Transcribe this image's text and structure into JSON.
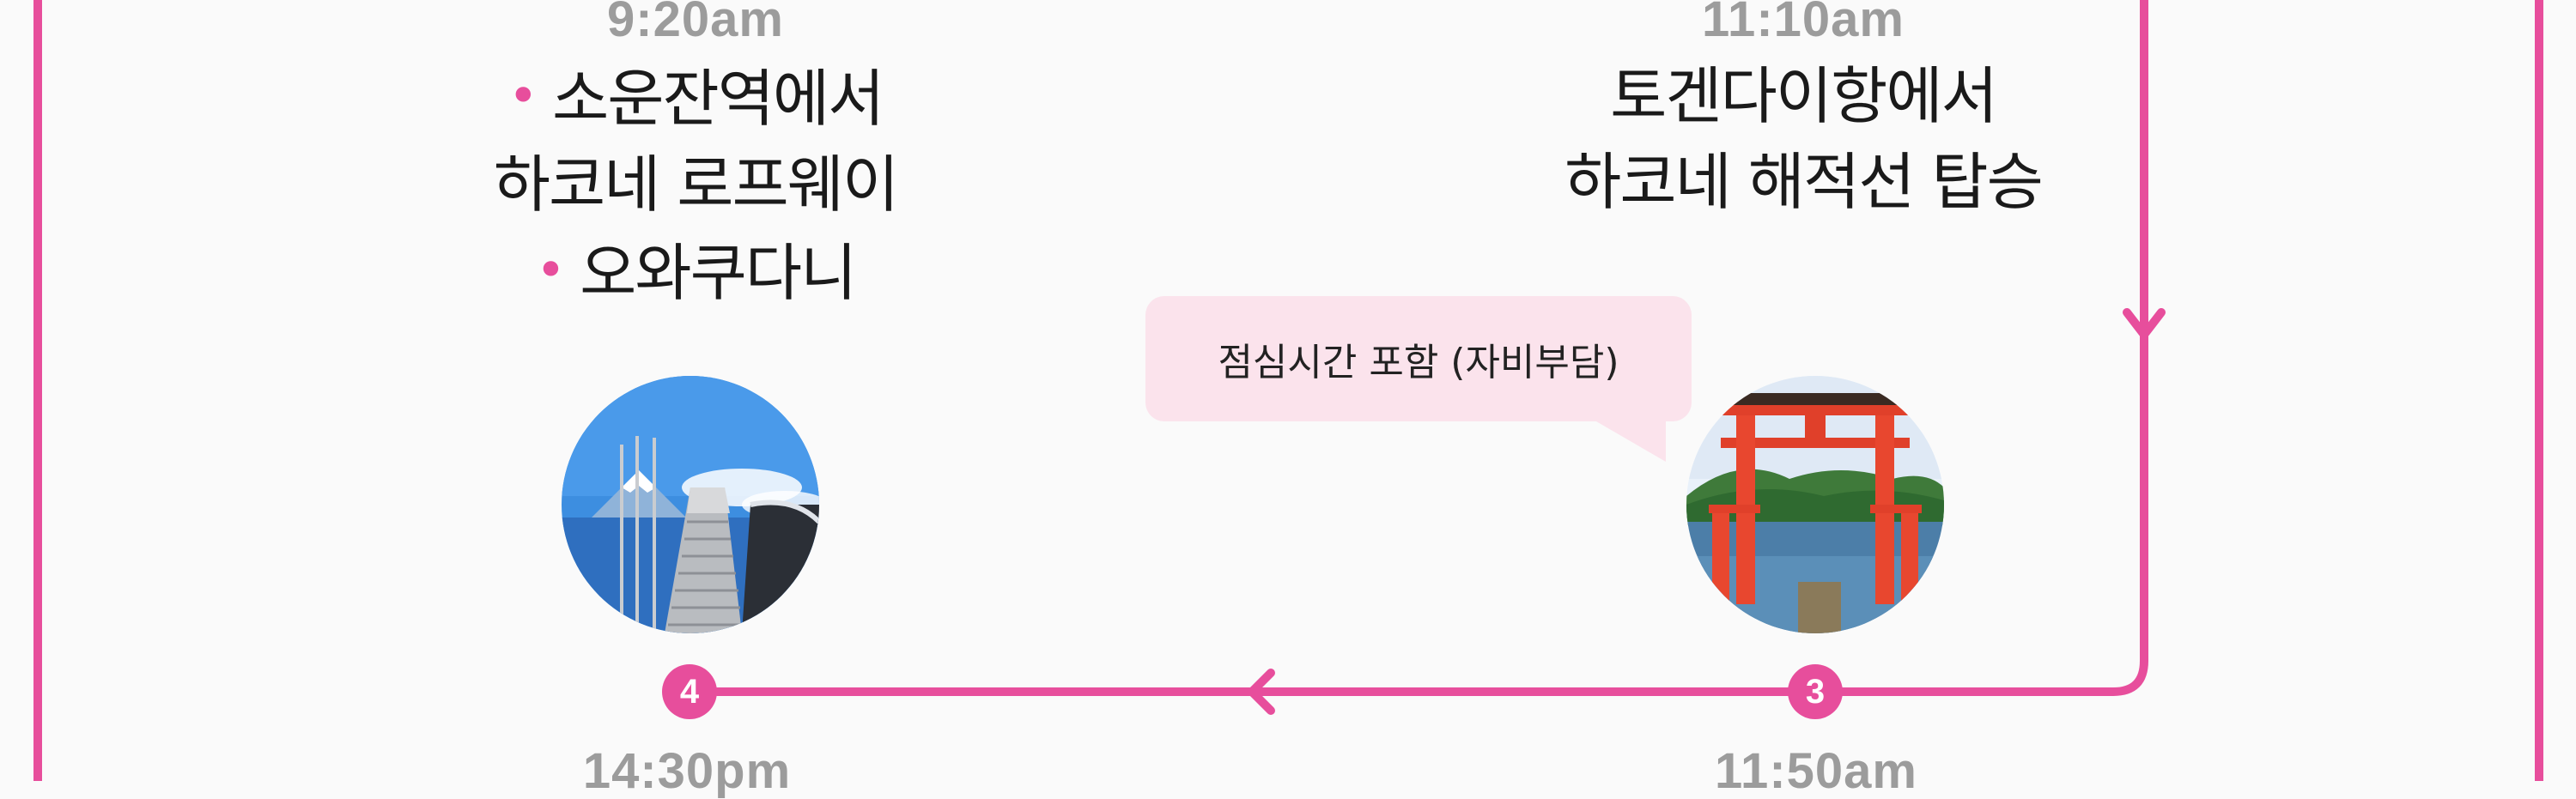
{
  "colors": {
    "accent": "#e74e9c",
    "time": "#9c9c9c",
    "bubble": "#fbe3ec"
  },
  "stops": [
    {
      "time": "9:20am",
      "lines": [
        "소운잔역에서",
        "하코네 로프웨이",
        "오와쿠다니"
      ]
    },
    {
      "time": "11:10am",
      "lines": [
        "토겐다이항에서",
        "하코네 해적선 탑승"
      ]
    },
    {
      "marker": "3",
      "time": "11:50am",
      "note": "점심시간 포함 (자비부담)",
      "photo_icon": "torii-gate-lake-photo"
    },
    {
      "marker": "4",
      "time": "14:30pm",
      "photo_icon": "pier-mount-fuji-photo"
    }
  ]
}
